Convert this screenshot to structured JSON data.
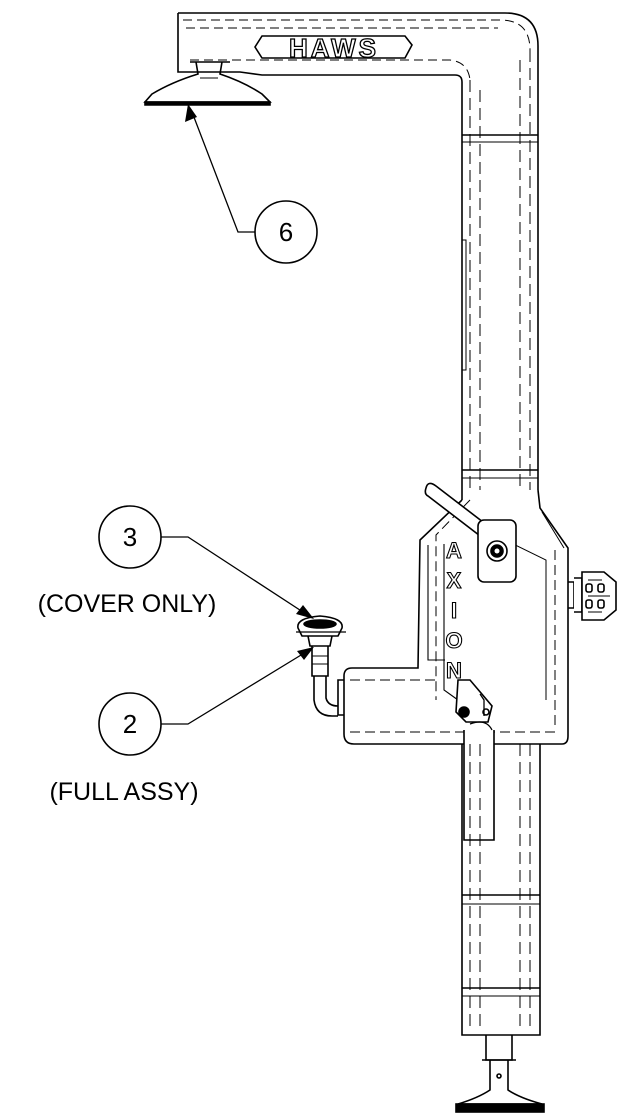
{
  "drawing": {
    "brand_logo": "HAWS",
    "vertical_brand": [
      "A",
      "X",
      "I",
      "O",
      "N"
    ],
    "callouts": [
      {
        "number": "6",
        "note": ""
      },
      {
        "number": "3",
        "note": "(COVER ONLY)"
      },
      {
        "number": "2",
        "note": "(FULL ASSY)"
      }
    ]
  },
  "colors": {
    "line": "#000000",
    "background": "#ffffff"
  }
}
